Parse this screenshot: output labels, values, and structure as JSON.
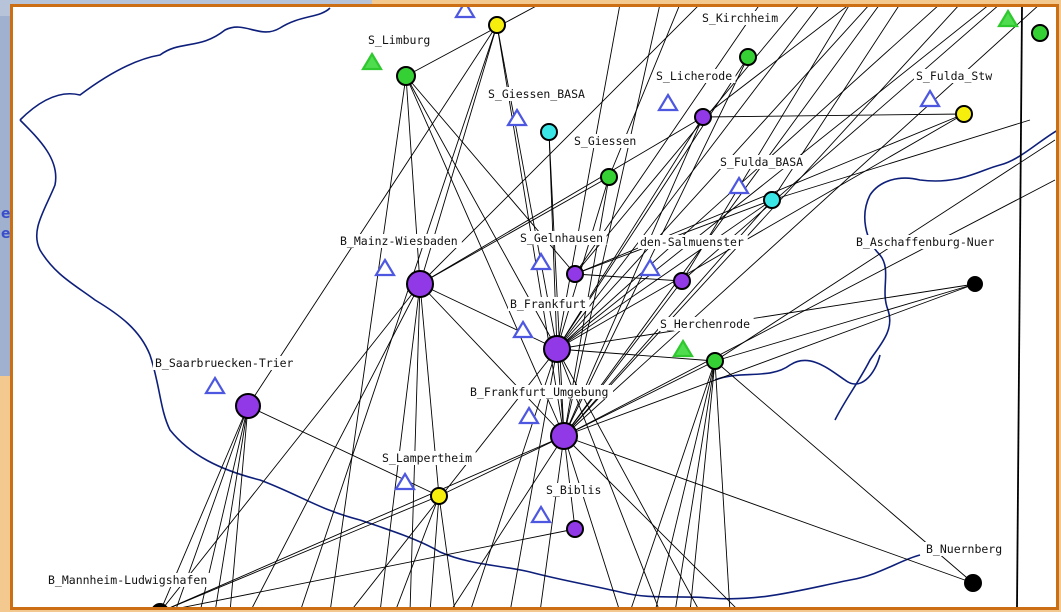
{
  "map": {
    "colors": {
      "background": "#ffffff",
      "frame": "#cc6f14",
      "outer": "#f3c98f",
      "border_line": "#0d1f7a",
      "edge": "#000000",
      "triangle_outline": "#4d57e0"
    },
    "node_colors": {
      "B": "#9139e6",
      "green": "#35d033",
      "cyan": "#3be6e6",
      "yellow": "#f6ef0e",
      "black": "#000000"
    },
    "labels": [
      {
        "id": "s-kirchheim",
        "text": "S_Kirchheim"
      },
      {
        "id": "s-limburg",
        "text": "S_Limburg"
      },
      {
        "id": "s-licherode",
        "text": "S_Licherode"
      },
      {
        "id": "s-fulda-stw",
        "text": "S_Fulda_Stw"
      },
      {
        "id": "s-giessen-basa",
        "text": "S_Giessen_BASA"
      },
      {
        "id": "s-giessen",
        "text": "S_Giessen"
      },
      {
        "id": "s-fulda-basa",
        "text": "S_Fulda_BASA"
      },
      {
        "id": "b-mainz-wiesbaden",
        "text": "B_Mainz-Wiesbaden"
      },
      {
        "id": "s-gelnhausen",
        "text": "S_Gelnhausen"
      },
      {
        "id": "s-salmuenster",
        "text": "den-Salmuenster"
      },
      {
        "id": "b-aschaffenburg",
        "text": "B_Aschaffenburg-Nuer"
      },
      {
        "id": "b-frankfurt",
        "text": "B_Frankfurt"
      },
      {
        "id": "s-herchenrode",
        "text": "S_Herchenrode"
      },
      {
        "id": "b-saarbruecken",
        "text": "B_Saarbruecken-Trier"
      },
      {
        "id": "b-frankfurt-umgebung",
        "text": "B_Frankfurt_Umgebung"
      },
      {
        "id": "s-lampertheim",
        "text": "S_Lampertheim"
      },
      {
        "id": "s-biblis",
        "text": "S_Biblis"
      },
      {
        "id": "b-nuernberg",
        "text": "B_Nuernberg"
      },
      {
        "id": "b-mannheim",
        "text": "B_Mannheim-Ludwigshafen"
      }
    ],
    "nodes": [
      {
        "id": "limburg",
        "color": "green"
      },
      {
        "id": "top-yellow",
        "color": "yellow"
      },
      {
        "id": "kirchheim-green",
        "color": "green"
      },
      {
        "id": "topright-green",
        "color": "green"
      },
      {
        "id": "giessen-basa",
        "color": "cyan"
      },
      {
        "id": "licherode",
        "color": "B"
      },
      {
        "id": "fulda-stw",
        "color": "yellow"
      },
      {
        "id": "giessen",
        "color": "green"
      },
      {
        "id": "fulda-basa",
        "color": "cyan"
      },
      {
        "id": "mainz-wiesbaden",
        "color": "B"
      },
      {
        "id": "gelnhausen",
        "color": "B"
      },
      {
        "id": "salmuenster",
        "color": "B"
      },
      {
        "id": "aschaffenburg",
        "color": "black"
      },
      {
        "id": "frankfurt",
        "color": "B"
      },
      {
        "id": "herchenrode",
        "color": "green"
      },
      {
        "id": "saarbruecken",
        "color": "B"
      },
      {
        "id": "frankfurt-umgebung",
        "color": "B"
      },
      {
        "id": "lampertheim",
        "color": "yellow"
      },
      {
        "id": "biblis",
        "color": "B"
      },
      {
        "id": "nuernberg",
        "color": "black"
      },
      {
        "id": "mannheim",
        "color": "black"
      }
    ],
    "side_text": [
      "e",
      "e"
    ]
  }
}
